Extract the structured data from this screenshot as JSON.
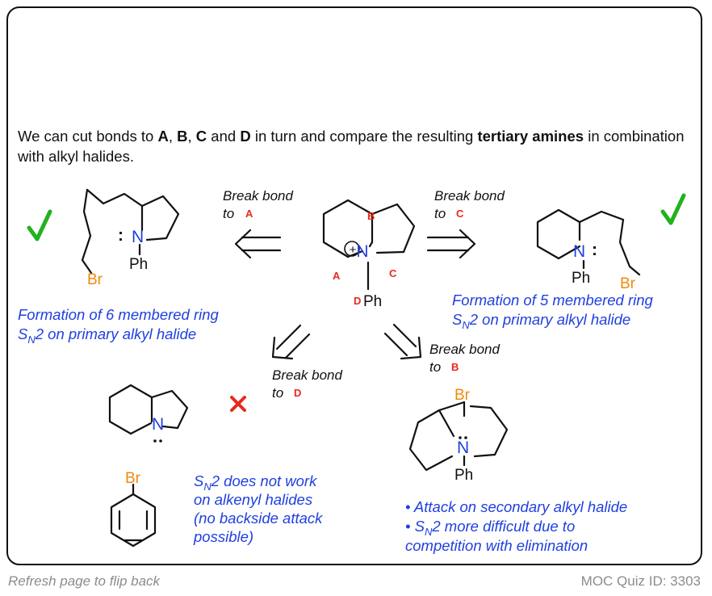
{
  "colors": {
    "blue": "#1f3fe0",
    "red": "#e8291c",
    "orange": "#f08a0c",
    "green": "#22b21e",
    "gray": "#8c8c8c"
  },
  "intro": {
    "p1": "We can cut bonds to ",
    "A": "A",
    "s1": ", ",
    "B": "B",
    "s2": ", ",
    "C": "C",
    "s3": " and ",
    "D": "D",
    "p2": " in turn and compare the resulting ",
    "bold": "tertiary amines",
    "p3": " in combination with alkyl halides."
  },
  "center": {
    "labels": {
      "A": "A",
      "B": "B",
      "C": "C",
      "D": "D"
    },
    "N": "N",
    "Ph": "Ph",
    "charge": "+"
  },
  "left": {
    "arrow_line1": "Break bond",
    "arrow_line2": "to",
    "arrow_label": "A",
    "N": "N",
    "Ph": "Ph",
    "Br": "Br",
    "lone_pair": ":",
    "note_line1": "Formation of 6 membered ring",
    "note_S": "S",
    "note_N": "N",
    "note_rest": "2 on primary alkyl halide",
    "verdict": "check-icon"
  },
  "right": {
    "arrow_line1": "Break bond",
    "arrow_line2": "to",
    "arrow_label": "C",
    "N": "N",
    "Ph": "Ph",
    "Br": "Br",
    "lone_pair": ":",
    "note_line1": "Formation of 5 membered ring",
    "note_S": "S",
    "note_N": "N",
    "note_rest": "2 on primary alkyl halide",
    "verdict": "check-icon"
  },
  "bottom_left": {
    "arrow_line1": "Break bond",
    "arrow_line2": "to",
    "arrow_label": "D",
    "N": "N",
    "Br": "Br",
    "note_S": "S",
    "note_N": "N",
    "note_l1_rest": "2 does not work",
    "note_l2": "on alkenyl halides",
    "note_l3": "(no backside attack",
    "note_l4": "possible)",
    "verdict": "cross-icon"
  },
  "bottom_right": {
    "arrow_line1": "Break bond",
    "arrow_line2": "to",
    "arrow_label": "B",
    "N": "N",
    "Ph": "Ph",
    "Br": "Br",
    "bullet1": "• Attack on secondary alkyl halide",
    "bullet2_pre": "• ",
    "bullet2_S": "S",
    "bullet2_N": "N",
    "bullet2_rest": "2 more difficult due to",
    "bullet2_l2": "competition with elimination"
  },
  "footer": {
    "left": "Refresh page to flip back",
    "right": "MOC Quiz ID: 3303"
  }
}
